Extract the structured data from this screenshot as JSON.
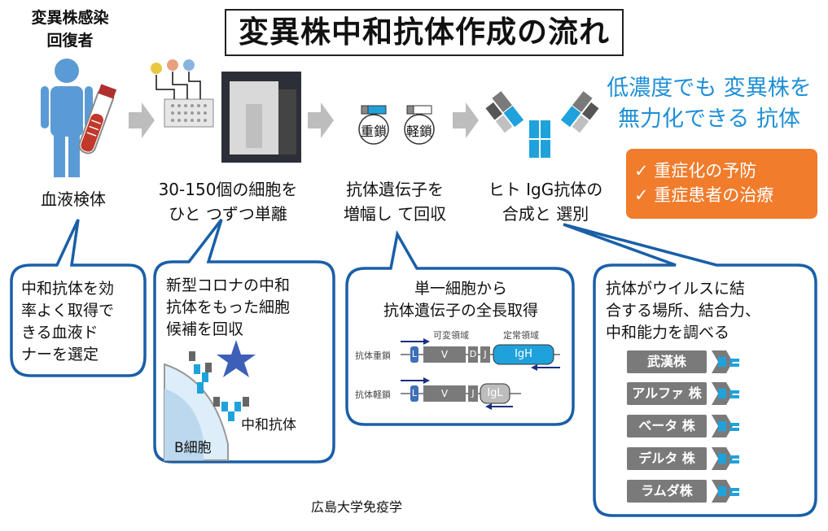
{
  "title": "変異株中和抗体作成の流れ",
  "donor_label": "変異株感染\n回復者",
  "steps": [
    {
      "caption": "血液検体"
    },
    {
      "caption": "30-150個の細胞を\nひと つずつ単離"
    },
    {
      "caption": "抗体遺伝子を\n増幅し て回収"
    },
    {
      "caption": "ヒト IgG抗体の\n合成と 選別"
    }
  ],
  "tubes": {
    "heavy": "重鎖",
    "light": "軽鎖"
  },
  "highlight": "低濃度でも 変異株を\n無力化できる 抗体",
  "benefits": [
    "✓ 重症化の予防",
    "✓ 重症患者の治療"
  ],
  "bubbles": [
    {
      "text": "中和抗体を効\n率よく取得で\nきる血液ド\nナーを選定"
    },
    {
      "text": "新型コロナの中和\n抗体をもった細胞\n候補を回収",
      "b_cell_label": "B細胞",
      "antibody_label": "中和抗体"
    },
    {
      "text": "単一細胞から\n抗体遺伝子の全長取得",
      "region_labels": {
        "variable": "可変領域",
        "constant": "定常領域"
      },
      "heavy_row": {
        "label": "抗体重鎖",
        "segments": [
          "L",
          "V",
          "D",
          "J",
          "IgH"
        ]
      },
      "light_row": {
        "label": "抗体軽鎖",
        "segments": [
          "L",
          "V",
          "J",
          "IgL"
        ]
      }
    },
    {
      "text": "抗体がウイルスに結\n合する場所、結合力、\n中和能力を調べる",
      "strains": [
        "武漢株",
        "アルファ 株",
        "ベータ 株",
        "デルタ 株",
        "ラムダ株"
      ]
    }
  ],
  "footer": "広島大学免疫学",
  "colors": {
    "accent": "#1f8fd6",
    "orange": "#f07c2c",
    "bubble_border": "#1a5fa8",
    "arrow": "#bdbdbd",
    "strain_bg": "#7a7a7a",
    "person": "#5b9bd5",
    "blood": "#c0392b"
  }
}
